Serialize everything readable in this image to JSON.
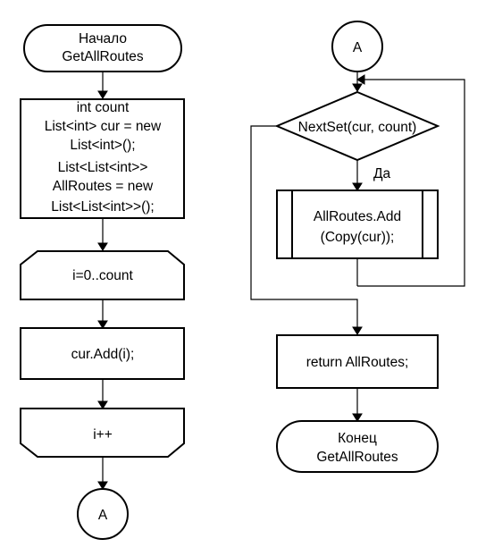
{
  "flowchart": {
    "left": {
      "start": [
        "Начало",
        "GetAllRoutes"
      ],
      "init": [
        "int count",
        "List<int> cur = new",
        "List<int>();",
        "List<List<int>>",
        "AllRoutes = new",
        "List<List<int>>();"
      ],
      "loop_start": "i=0..count",
      "add": "cur.Add(i);",
      "loop_end": "i++",
      "connector": "A"
    },
    "right": {
      "connector": "A",
      "decision": "NextSet(cur, count)",
      "yes_label": "Да",
      "subprocess": [
        "AllRoutes.Add",
        "(Copy(cur));"
      ],
      "return": "return AllRoutes;",
      "end": [
        "Конец",
        "GetAllRoutes"
      ]
    }
  }
}
